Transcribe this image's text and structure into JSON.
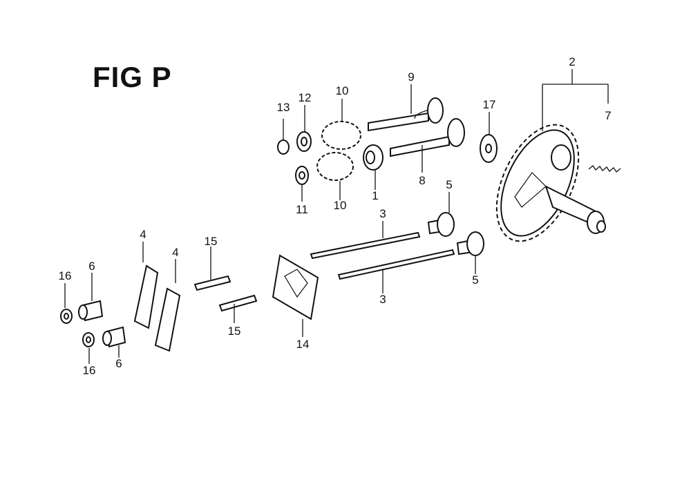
{
  "figure": {
    "title": "FIG P"
  },
  "callouts": [
    {
      "id": "c1",
      "label": "1"
    },
    {
      "id": "c2",
      "label": "2"
    },
    {
      "id": "c3a",
      "label": "3"
    },
    {
      "id": "c3b",
      "label": "3"
    },
    {
      "id": "c4a",
      "label": "4"
    },
    {
      "id": "c4b",
      "label": "4"
    },
    {
      "id": "c5a",
      "label": "5"
    },
    {
      "id": "c5b",
      "label": "5"
    },
    {
      "id": "c6a",
      "label": "6"
    },
    {
      "id": "c6b",
      "label": "6"
    },
    {
      "id": "c7",
      "label": "7"
    },
    {
      "id": "c8",
      "label": "8"
    },
    {
      "id": "c9",
      "label": "9"
    },
    {
      "id": "c10a",
      "label": "10"
    },
    {
      "id": "c10b",
      "label": "10"
    },
    {
      "id": "c11",
      "label": "11"
    },
    {
      "id": "c12",
      "label": "12"
    },
    {
      "id": "c13",
      "label": "13"
    },
    {
      "id": "c14",
      "label": "14"
    },
    {
      "id": "c15a",
      "label": "15"
    },
    {
      "id": "c15b",
      "label": "15"
    },
    {
      "id": "c16a",
      "label": "16"
    },
    {
      "id": "c16b",
      "label": "16"
    },
    {
      "id": "c17",
      "label": "17"
    }
  ]
}
